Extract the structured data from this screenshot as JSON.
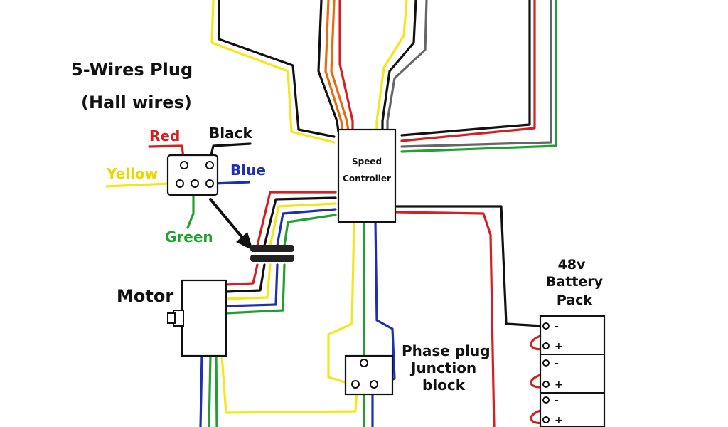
{
  "labels": {
    "hall_plug_title": "5-Wires Plug",
    "hall_plug_subtitle": "(Hall wires)",
    "red": "Red",
    "black": "Black",
    "yellow": "Yellow",
    "blue": "Blue",
    "green": "Green",
    "motor": "Motor",
    "controller_line1": "Speed",
    "controller_line2": "Controller",
    "battery_line1": "48v",
    "battery_line2": "Battery",
    "battery_line3": "Pack",
    "phase_line1": "Phase plug",
    "phase_line2": "Junction",
    "phase_line3": "block",
    "minus": "-",
    "plus": "+"
  },
  "colors": {
    "red": "#d42020",
    "black": "#111111",
    "yellow": "#f5e61a",
    "blue": "#1f2fb5",
    "green": "#1fa02f",
    "orange": "#e86a10",
    "gray": "#666666",
    "label_red": "#d42020",
    "label_yellow": "#e8d800",
    "label_blue": "#1f2fb5",
    "label_green": "#1fa02f"
  }
}
